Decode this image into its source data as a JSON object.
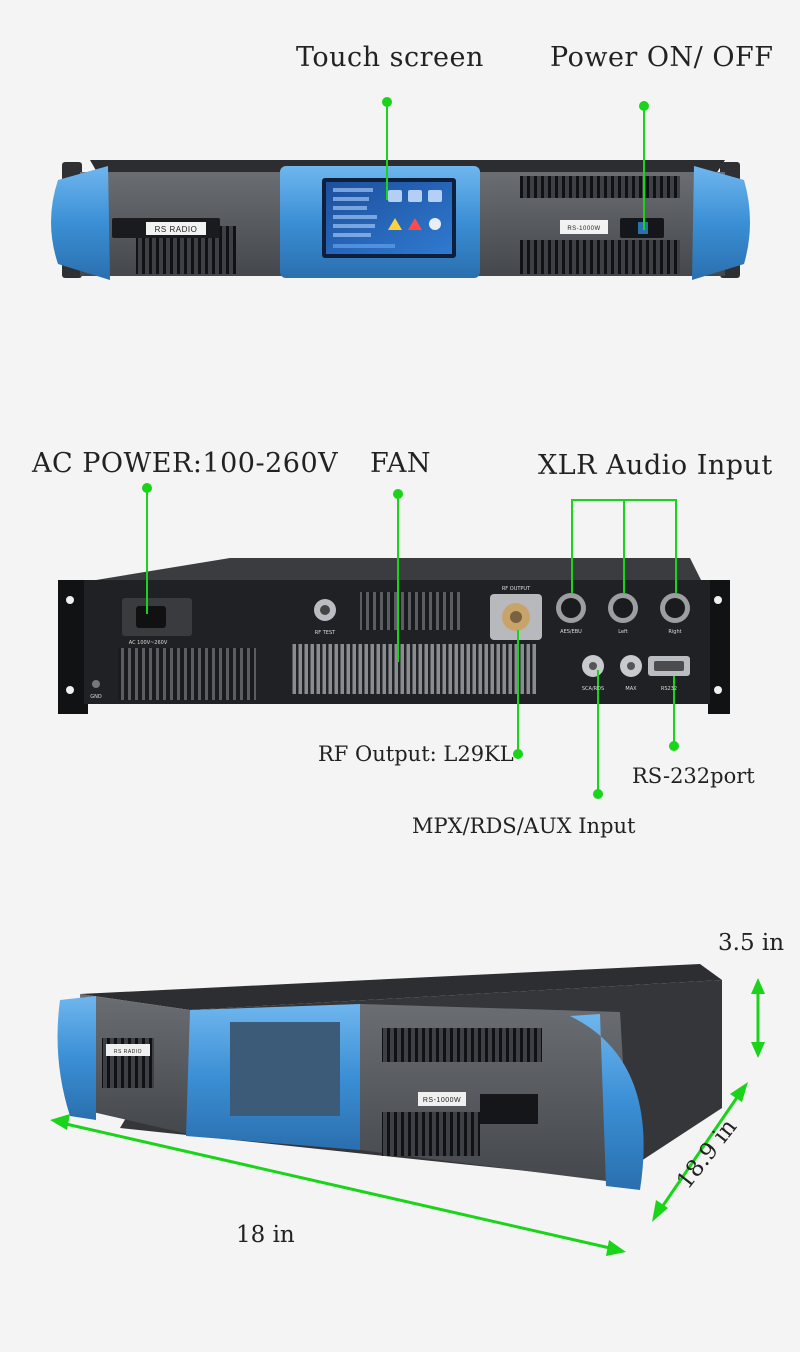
{
  "callouts": {
    "touch_screen": "Touch screen",
    "power_switch": "Power ON/ OFF",
    "ac_power": "AC POWER:100-260V",
    "fan": "FAN",
    "xlr_audio_input": "XLR Audio Input",
    "rf_output": "RF Output: L29KL",
    "rs232": "RS-232port",
    "mpx_input": "MPX/RDS/AUX Input"
  },
  "dimensions": {
    "height": "3.5 in",
    "depth": "18.9 in",
    "width": "18 in"
  },
  "front_panel": {
    "brand_label": "RS RADIO",
    "model_label": "RS-1000W"
  },
  "rear_panel": {
    "ac_label": "AC 100V~260V",
    "rf_test": "RF TEST",
    "rf_output": "RF OUTPUT",
    "aes_ebu": "AES/EBU",
    "left": "Left",
    "right": "Right",
    "sca_rds": "SCA/RDS",
    "max": "MAX",
    "rs232": "RS232",
    "gnd": "GND"
  },
  "colors": {
    "accent_blue": "#3c8fd6",
    "callout_green": "#19d419",
    "chassis_dark": "#2b2d31",
    "panel_grey": "#55595e"
  }
}
